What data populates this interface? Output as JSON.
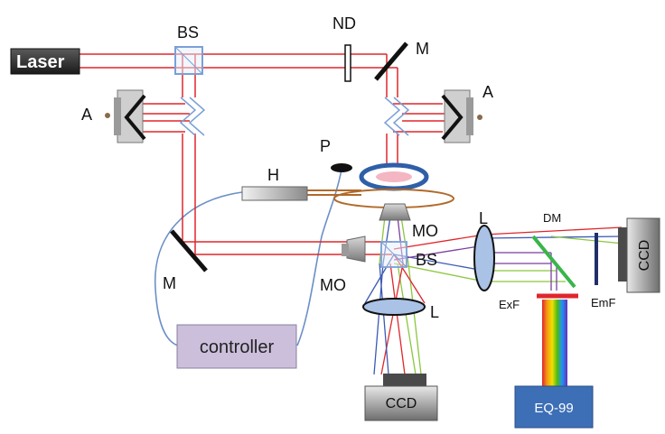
{
  "labels": {
    "laser": "Laser",
    "bs_top": "BS",
    "nd": "ND",
    "m_top": "M",
    "a_left": "A",
    "a_right": "A",
    "p": "P",
    "h": "H",
    "m_left": "M",
    "mo_top": "MO",
    "mo_left": "MO",
    "bs_center": "BS",
    "l_right": "L",
    "l_bottom": "L",
    "dm": "DM",
    "exf": "ExF",
    "emf": "EmF",
    "ccd_right": "CCD",
    "ccd_bottom": "CCD",
    "controller": "controller",
    "eq99": "EQ-99"
  },
  "colors": {
    "beam": "#e0262b",
    "blue_beam": "#3c5ab4",
    "green_beam": "#8cc63f",
    "purple_beam": "#7b3fa0",
    "cable": "#6b8fc7",
    "coil": "#b06a2a",
    "controller_fill": "#cbbfdc",
    "eq99_fill": "#3d6fb6",
    "lens_fill": "#a9c2e6"
  }
}
